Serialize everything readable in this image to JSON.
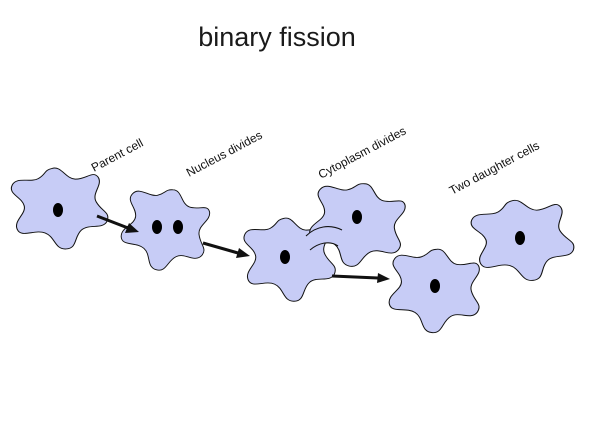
{
  "title": "binary fission",
  "colors": {
    "cell_fill": "#C7CCF6",
    "outline": "#111111",
    "nucleus": "#000000"
  },
  "steps": [
    {
      "label": "Parent cell"
    },
    {
      "label": "Nucleus divides"
    },
    {
      "label": "Cytoplasm divides"
    },
    {
      "label": "Two daughter cells"
    }
  ]
}
